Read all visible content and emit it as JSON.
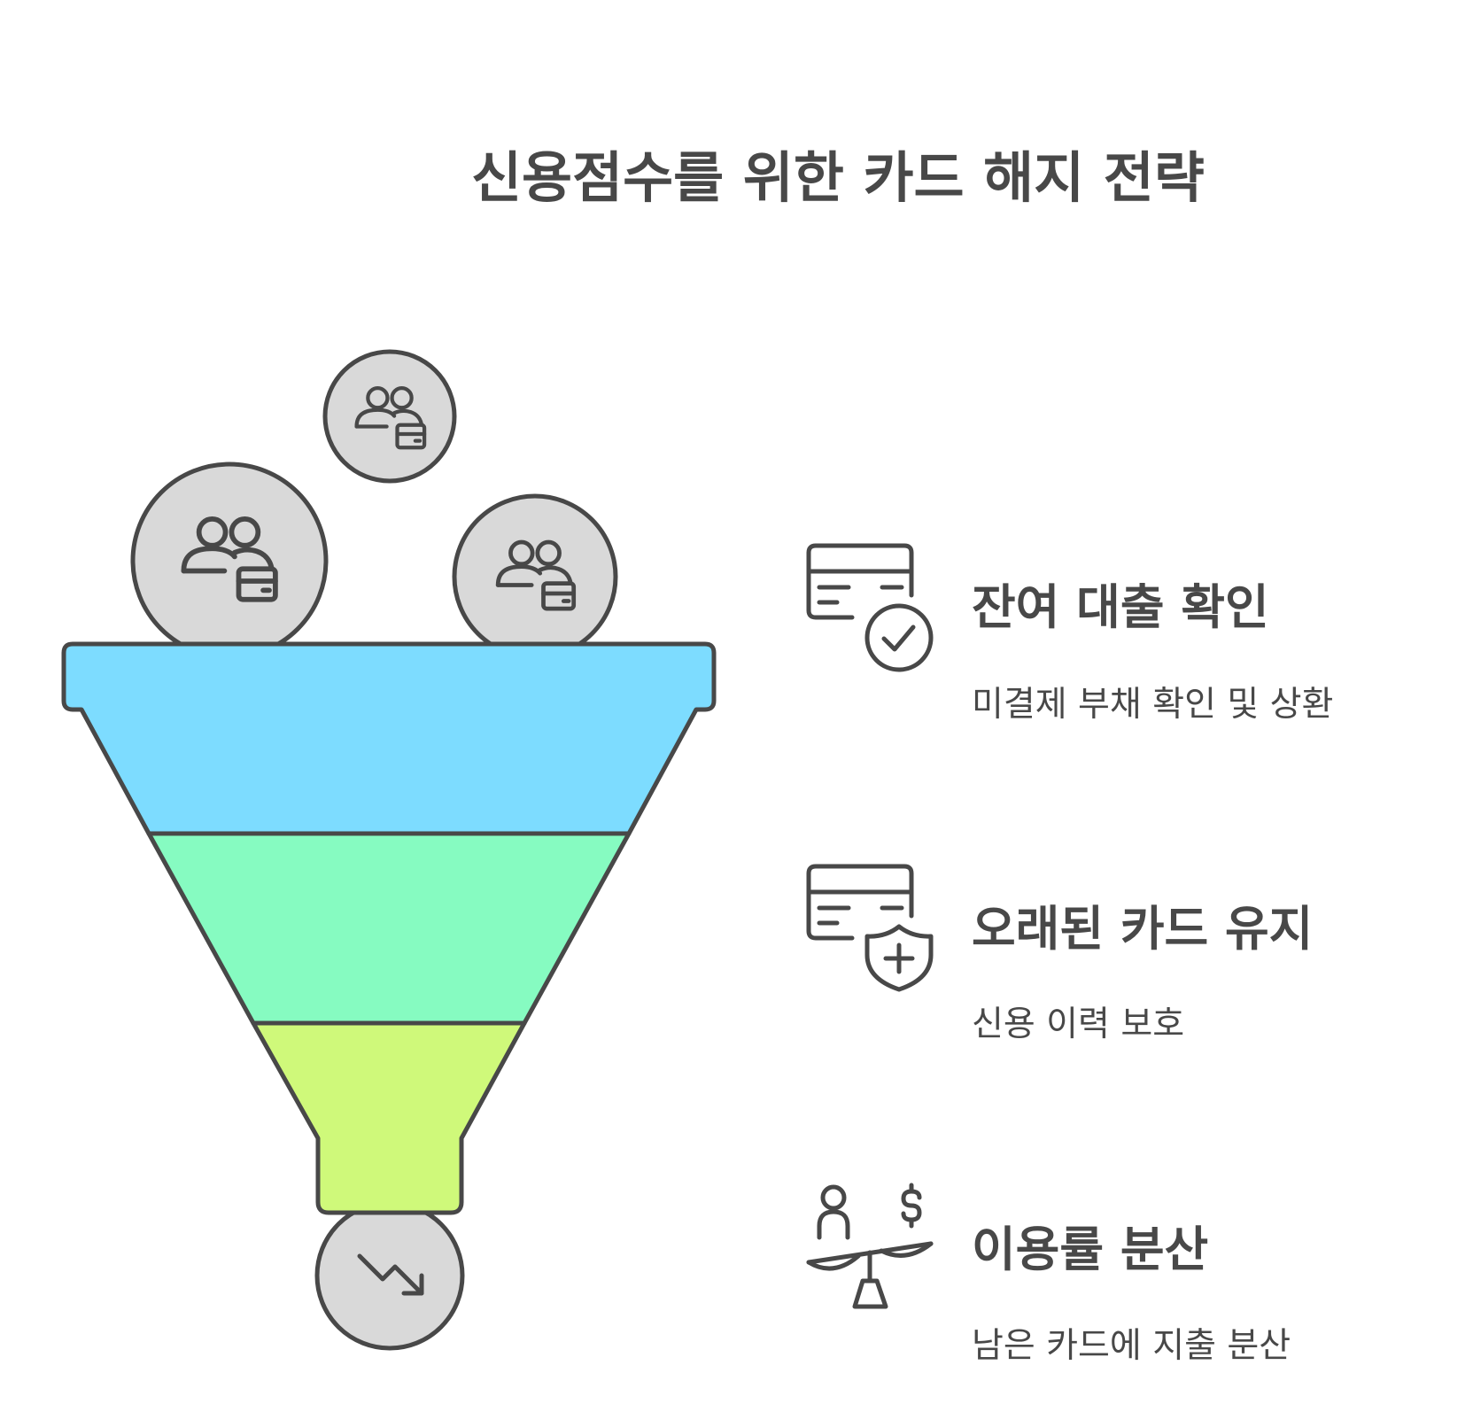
{
  "title": "신용점수를 위한 카드 해지 전략",
  "colors": {
    "stroke": "#484848",
    "circle_fill": "#d9d9d9",
    "stage_1": "#7ddcff",
    "stage_2": "#86fbc1",
    "stage_3": "#cff97a"
  },
  "inputs": [
    {
      "icon": "users-card-icon"
    },
    {
      "icon": "users-card-icon"
    },
    {
      "icon": "users-card-icon"
    }
  ],
  "output": {
    "icon": "trend-down-arrow-icon"
  },
  "steps": [
    {
      "title": "잔여 대출 확인",
      "desc": "미결제 부채 확인 및 상환",
      "icon": "card-check-icon"
    },
    {
      "title": "오래된 카드 유지",
      "desc": "신용 이력 보호",
      "icon": "card-shield-icon"
    },
    {
      "title": "이용률 분산",
      "desc": "남은 카드에 지출 분산",
      "icon": "balance-scale-dollar-icon"
    }
  ]
}
